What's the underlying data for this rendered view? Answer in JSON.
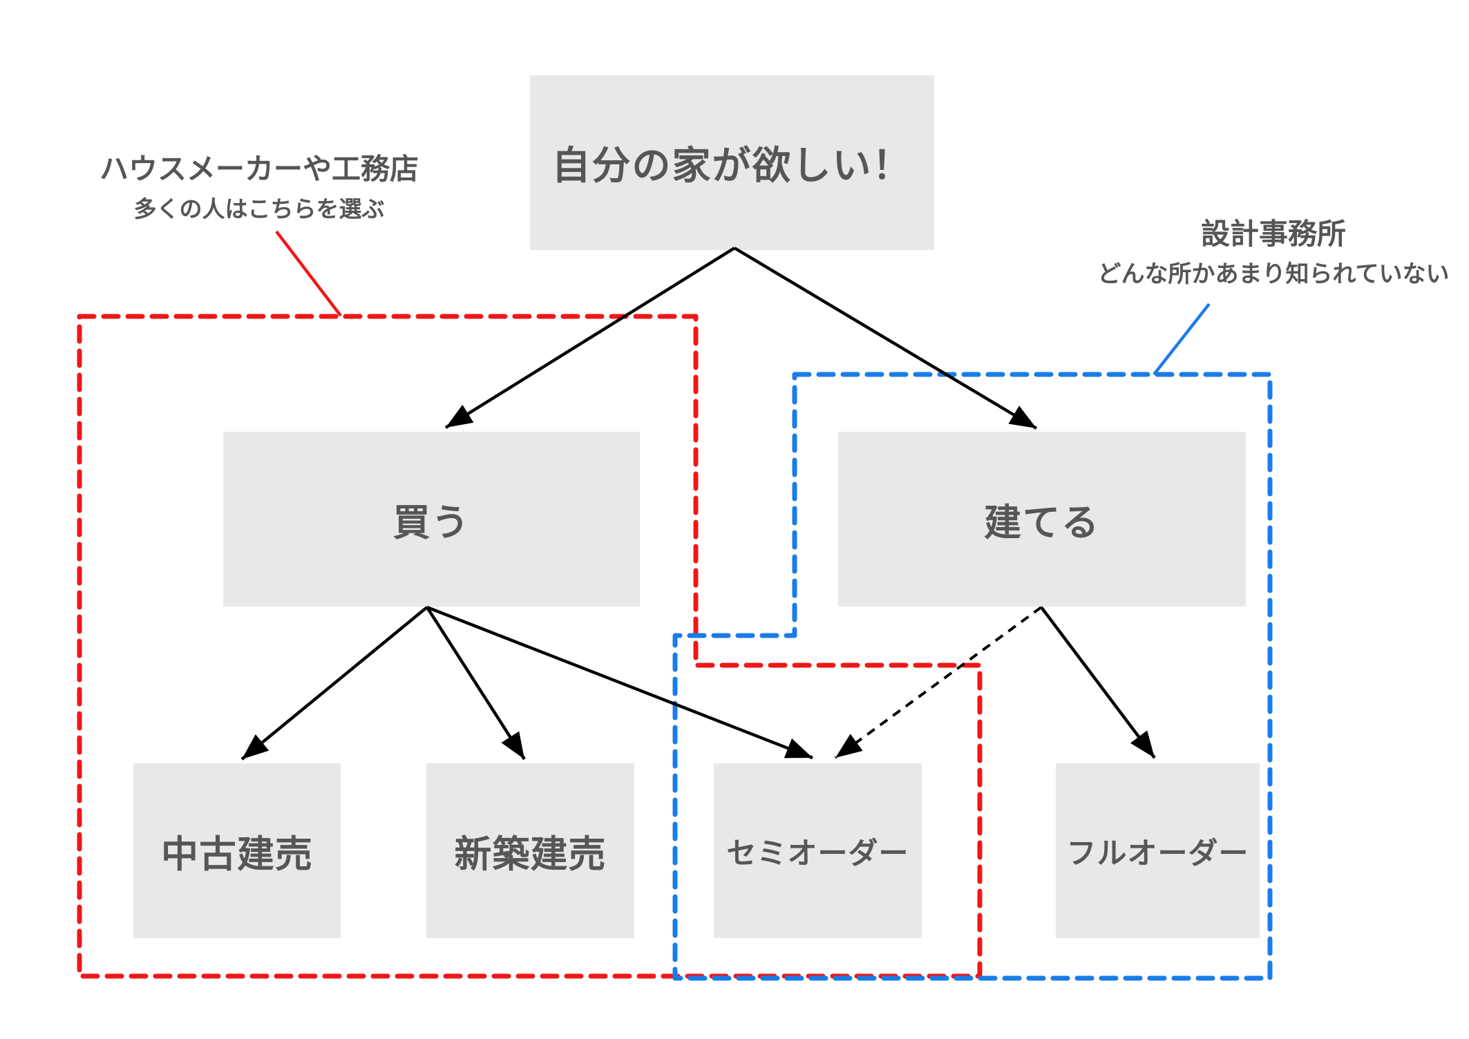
{
  "diagram": {
    "nodes": {
      "root": {
        "label": "自分の家が欲しい！"
      },
      "buy": {
        "label": "買う"
      },
      "build": {
        "label": "建てる"
      },
      "used": {
        "label": "中古建売"
      },
      "new": {
        "label": "新築建売"
      },
      "semi": {
        "label": "セミオーダー"
      },
      "full": {
        "label": "フルオーダー"
      }
    },
    "edges": [
      {
        "from": "root",
        "to": "buy",
        "style": "solid"
      },
      {
        "from": "root",
        "to": "build",
        "style": "solid"
      },
      {
        "from": "buy",
        "to": "used",
        "style": "solid"
      },
      {
        "from": "buy",
        "to": "new",
        "style": "solid"
      },
      {
        "from": "buy",
        "to": "semi",
        "style": "solid"
      },
      {
        "from": "build",
        "to": "semi",
        "style": "dashed"
      },
      {
        "from": "build",
        "to": "full",
        "style": "solid"
      }
    ],
    "groups": {
      "red": {
        "members": [
          "buy",
          "used",
          "new",
          "semi"
        ],
        "color": "#f01717"
      },
      "blue": {
        "members": [
          "build",
          "semi",
          "full"
        ],
        "color": "#1a7ce8"
      }
    },
    "annotations": {
      "left": {
        "line1": "ハウスメーカーや工務店",
        "line2": "多くの人はこちらを選ぶ",
        "points_to": "red-group"
      },
      "right": {
        "line1": "設計事務所",
        "line2": "どんな所かあまり知られていない",
        "points_to": "blue-group"
      }
    },
    "colors": {
      "box_fill": "#e8e8e8",
      "box_text": "#565656",
      "red_outline": "#f01717",
      "blue_outline": "#1a7ce8",
      "arrow": "#000000",
      "background": "#ffffff"
    }
  }
}
